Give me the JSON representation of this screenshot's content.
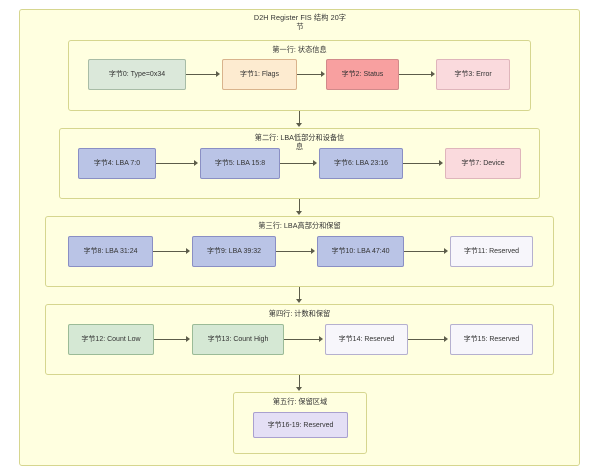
{
  "diagram": {
    "title": "D2H Register FIS 结构 20字节",
    "title_line1": "D2H Register FIS 结构 20字",
    "title_line2": "节",
    "colors": {
      "container_fill": "#ffffe0",
      "container_border": "#d6d68f",
      "green": "#d5e8d4",
      "mint": "#dbe8da",
      "orange": "#fdebd0",
      "red": "#f8a0a0",
      "pink": "#fadadd",
      "blue": "#bac4e6",
      "lavender": "#e4dff5",
      "white": "#f7f6fb",
      "connector": "#5c5c4a",
      "text": "#333333"
    },
    "rows": [
      {
        "id": "row1",
        "title": "第一行: 状态信息",
        "title_line1": "第一行: 状态信息",
        "title_line2": "",
        "nodes": [
          {
            "label": "字节0: Type=0x34",
            "fill": "mint"
          },
          {
            "label": "字节1: Flags",
            "fill": "orange"
          },
          {
            "label": "字节2: Status",
            "fill": "red"
          },
          {
            "label": "字节3: Error",
            "fill": "pink"
          }
        ]
      },
      {
        "id": "row2",
        "title": "第二行: LBA低部分和设备信息",
        "title_line1": "第二行: LBA低部分和设备信",
        "title_line2": "息",
        "nodes": [
          {
            "label": "字节4: LBA 7:0",
            "fill": "blue"
          },
          {
            "label": "字节5: LBA 15:8",
            "fill": "blue"
          },
          {
            "label": "字节6: LBA 23:16",
            "fill": "blue"
          },
          {
            "label": "字节7: Device",
            "fill": "pink"
          }
        ]
      },
      {
        "id": "row3",
        "title": "第三行: LBA高部分和保留",
        "title_line1": "第三行: LBA高部分和保留",
        "title_line2": "",
        "nodes": [
          {
            "label": "字节8: LBA 31:24",
            "fill": "blue"
          },
          {
            "label": "字节9: LBA 39:32",
            "fill": "blue"
          },
          {
            "label": "字节10: LBA 47:40",
            "fill": "blue"
          },
          {
            "label": "字节11: Reserved",
            "fill": "white"
          }
        ]
      },
      {
        "id": "row4",
        "title": "第四行: 计数和保留",
        "title_line1": "第四行: 计数和保留",
        "title_line2": "",
        "nodes": [
          {
            "label": "字节12: Count Low",
            "fill": "green"
          },
          {
            "label": "字节13: Count High",
            "fill": "green"
          },
          {
            "label": "字节14: Reserved",
            "fill": "white"
          },
          {
            "label": "字节15: Reserved",
            "fill": "white"
          }
        ]
      },
      {
        "id": "row5",
        "title": "第五行: 保留区域",
        "title_line1": "第五行: 保留区域",
        "title_line2": "",
        "nodes": [
          {
            "label": "字节16-19: Reserved",
            "fill": "lav"
          }
        ]
      }
    ]
  }
}
